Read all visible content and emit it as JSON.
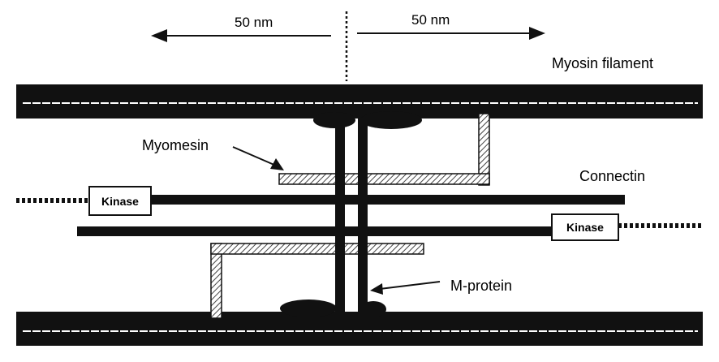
{
  "labels": {
    "left_distance": "50 nm",
    "right_distance": "50 nm",
    "myosin": "Myosin  filament",
    "myomesin": "Myomesin",
    "connectin": "Connectin",
    "kinase_left": "Kinase",
    "kinase_right": "Kinase",
    "m_protein": "M-protein"
  },
  "colors": {
    "ink": "#111111",
    "paper": "#ffffff",
    "hatch": "#444444"
  }
}
